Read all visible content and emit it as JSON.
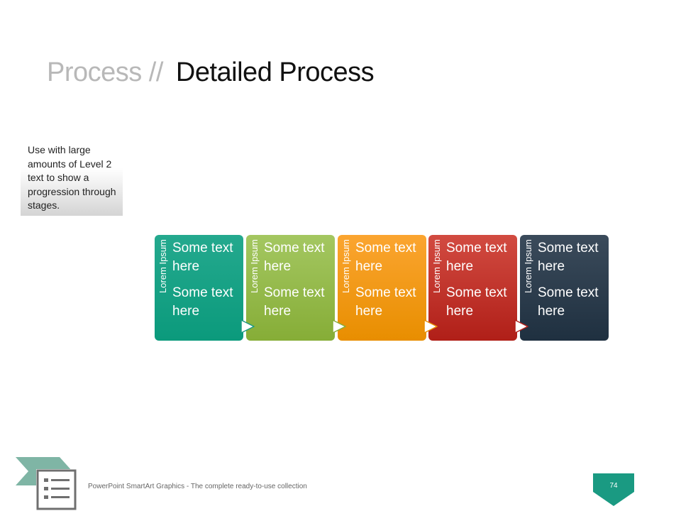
{
  "title": {
    "light": "Process",
    "separator": "//",
    "main": "Detailed Process"
  },
  "note": "Use with large amounts of Level 2 text to show a progression through stages.",
  "steps": [
    {
      "side": "Lorem Ipsum",
      "text1": "Some text here",
      "text2": "Some text here",
      "color_top": "#24a98e",
      "color_bottom": "#0b9a7c"
    },
    {
      "side": "Lorem Ipsum",
      "text1": "Some text here",
      "text2": "Some text here",
      "color_top": "#a4c761",
      "color_bottom": "#86ad37"
    },
    {
      "side": "Lorem Ipsum",
      "text1": "Some text here",
      "text2": "Some text here",
      "color_top": "#fba530",
      "color_bottom": "#e88e00"
    },
    {
      "side": "Lorem Ipsum",
      "text1": "Some text here",
      "text2": "Some text here",
      "color_top": "#d24b41",
      "color_bottom": "#b01f18"
    },
    {
      "side": "Lorem Ipsum",
      "text1": "Some text here",
      "text2": "Some text here",
      "color_top": "#3b4b5b",
      "color_bottom": "#1f3040"
    }
  ],
  "footer": {
    "text": "PowerPoint SmartArt Graphics - The complete ready-to-use collection",
    "page": "74"
  },
  "colors": {
    "accent": "#1a9a82",
    "deco": "#7fb5a5"
  }
}
